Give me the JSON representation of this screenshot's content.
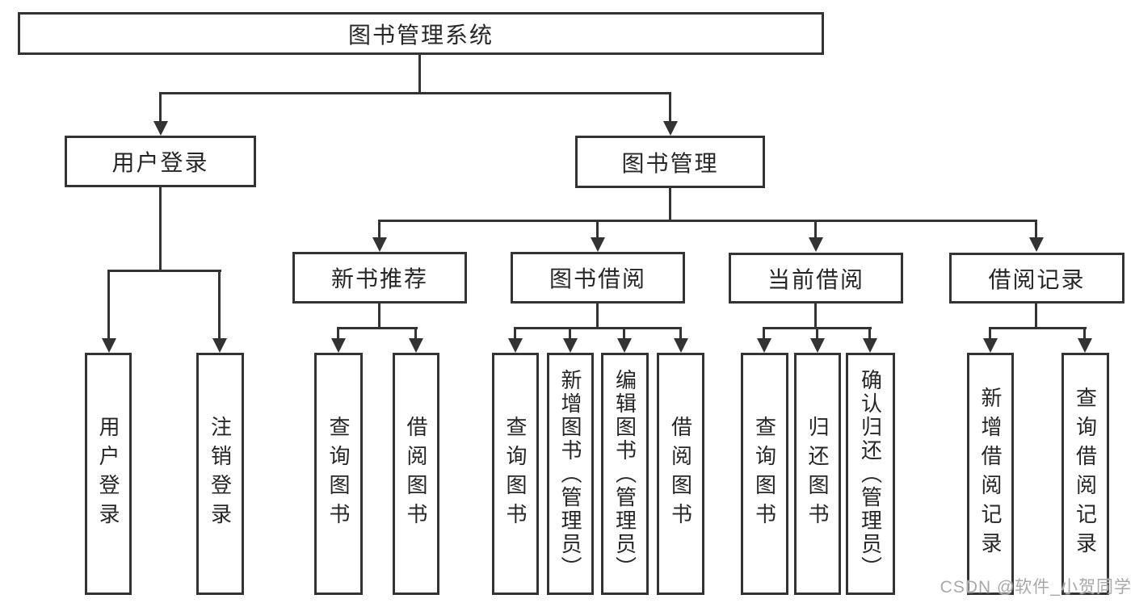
{
  "diagram": {
    "type": "hierarchy-tree",
    "nodes": {
      "root": {
        "label": "图书管理系统"
      },
      "user_login": {
        "label": "用户登录"
      },
      "book_mgmt": {
        "label": "图书管理"
      },
      "new_book_rec": {
        "label": "新书推荐"
      },
      "book_borrow": {
        "label": "图书借阅"
      },
      "current_borrow": {
        "label": "当前借阅"
      },
      "borrow_records": {
        "label": "借阅记录"
      },
      "leaf_user_login": {
        "label": "用户登录"
      },
      "leaf_logout_login": {
        "label": "注销登录"
      },
      "leaf_query_books_rec": {
        "label": "查询图书"
      },
      "leaf_borrow_books_rec": {
        "label": "借阅图书"
      },
      "leaf_query_books_borrow": {
        "label": "查询图书"
      },
      "leaf_add_books_admin": {
        "label": "新增图书（管理员）"
      },
      "leaf_edit_books_admin": {
        "label": "编辑图书（管理员）"
      },
      "leaf_borrow_books_borrow": {
        "label": "借阅图书"
      },
      "leaf_query_books_current": {
        "label": "查询图书"
      },
      "leaf_return_books": {
        "label": "归还图书"
      },
      "leaf_confirm_return_admin": {
        "label": "确认归还（管理员）"
      },
      "leaf_add_borrow_record": {
        "label": "新增借阅记录"
      },
      "leaf_query_borrow_record": {
        "label": "查询借阅记录"
      }
    },
    "edges": [
      [
        "root",
        "user_login"
      ],
      [
        "root",
        "book_mgmt"
      ],
      [
        "user_login",
        "leaf_user_login"
      ],
      [
        "user_login",
        "leaf_logout_login"
      ],
      [
        "book_mgmt",
        "new_book_rec"
      ],
      [
        "book_mgmt",
        "book_borrow"
      ],
      [
        "book_mgmt",
        "current_borrow"
      ],
      [
        "book_mgmt",
        "borrow_records"
      ],
      [
        "new_book_rec",
        "leaf_query_books_rec"
      ],
      [
        "new_book_rec",
        "leaf_borrow_books_rec"
      ],
      [
        "book_borrow",
        "leaf_query_books_borrow"
      ],
      [
        "book_borrow",
        "leaf_add_books_admin"
      ],
      [
        "book_borrow",
        "leaf_edit_books_admin"
      ],
      [
        "book_borrow",
        "leaf_borrow_books_borrow"
      ],
      [
        "current_borrow",
        "leaf_query_books_current"
      ],
      [
        "current_borrow",
        "leaf_return_books"
      ],
      [
        "current_borrow",
        "leaf_confirm_return_admin"
      ],
      [
        "borrow_records",
        "leaf_add_borrow_record"
      ],
      [
        "borrow_records",
        "leaf_query_borrow_record"
      ]
    ],
    "watermark": "CSDN @软件_小贺同学",
    "colors": {
      "line": "#333333",
      "text": "#262626",
      "node_fill": "#ffffff",
      "watermark": "#a9a9a9",
      "background": "#ffffff"
    }
  }
}
